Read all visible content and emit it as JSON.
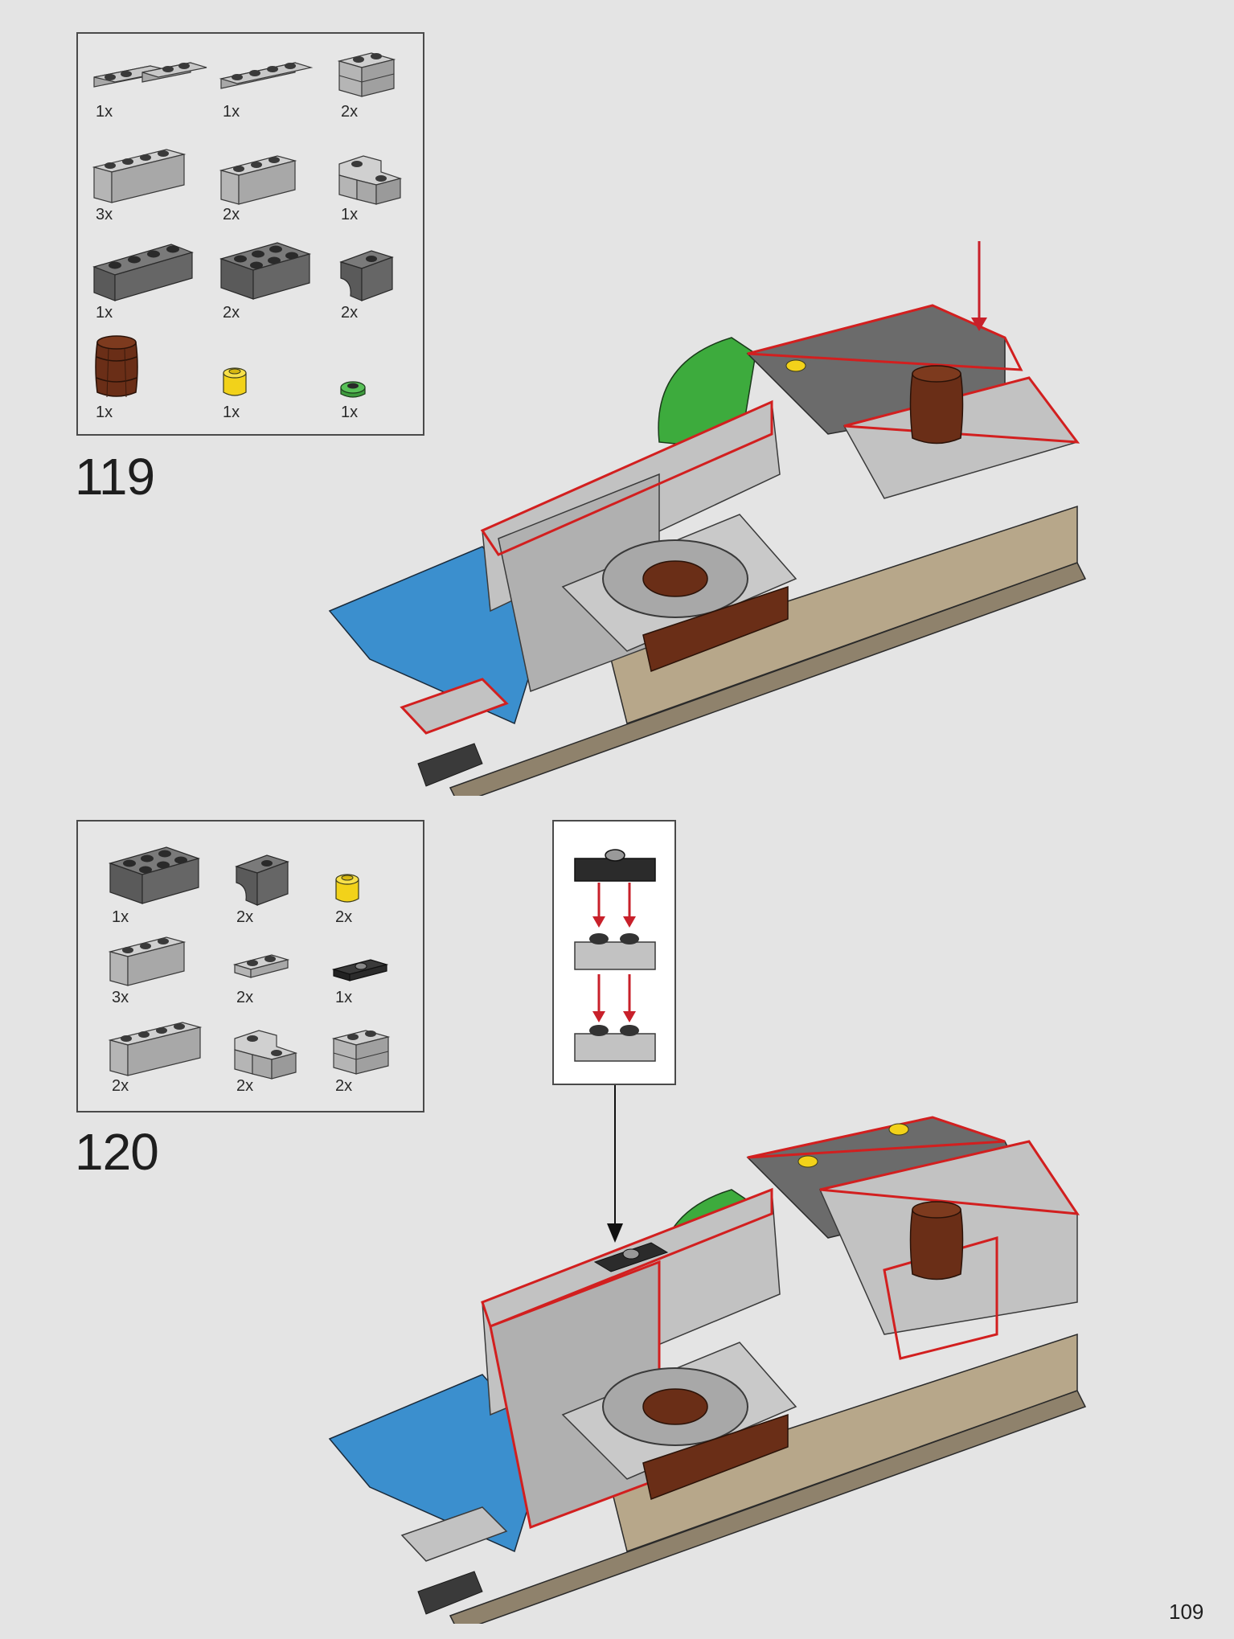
{
  "page_number": "109",
  "steps": [
    {
      "number": "119",
      "parts": [
        {
          "name": "plate-1x4-hinge-light-gray",
          "qty": "1x"
        },
        {
          "name": "plate-1x4-light-gray",
          "qty": "1x"
        },
        {
          "name": "brick-1x2-masonry-light-gray",
          "qty": "2x"
        },
        {
          "name": "brick-1x4-light-gray",
          "qty": "3x"
        },
        {
          "name": "brick-1x3-light-gray",
          "qty": "2x"
        },
        {
          "name": "brick-corner-light-gray",
          "qty": "1x"
        },
        {
          "name": "wedge-2x4-dark-gray",
          "qty": "1x"
        },
        {
          "name": "brick-2x3-dark-gray",
          "qty": "2x"
        },
        {
          "name": "brick-arch-corner-dark-gray",
          "qty": "2x"
        },
        {
          "name": "barrel-brown",
          "qty": "1x"
        },
        {
          "name": "round-brick-yellow",
          "qty": "1x"
        },
        {
          "name": "round-plate-green",
          "qty": "1x"
        }
      ]
    },
    {
      "number": "120",
      "parts": [
        {
          "name": "brick-2x3-dark-gray",
          "qty": "1x"
        },
        {
          "name": "brick-arch-corner-dark-gray",
          "qty": "2x"
        },
        {
          "name": "round-brick-yellow",
          "qty": "2x"
        },
        {
          "name": "brick-1x3-light-gray",
          "qty": "3x"
        },
        {
          "name": "plate-1x2-light-gray",
          "qty": "2x"
        },
        {
          "name": "jumper-plate-black",
          "qty": "1x"
        },
        {
          "name": "brick-1x4-light-gray",
          "qty": "2x"
        },
        {
          "name": "brick-corner-light-gray",
          "qty": "2x"
        },
        {
          "name": "brick-1x2-masonry-light-gray",
          "qty": "2x"
        }
      ]
    }
  ],
  "colors": {
    "light_gray": "#c2c2c2",
    "dark_gray": "#6b6b6b",
    "black": "#2b2b2b",
    "brown": "#6a2e17",
    "tan": "#b7a78a",
    "dark_tan": "#8f826c",
    "blue": "#3b8fce",
    "green": "#3dab3d",
    "yellow": "#f2d21a",
    "highlight_red": "#d21f1f",
    "arrow_red": "#c8202a"
  }
}
